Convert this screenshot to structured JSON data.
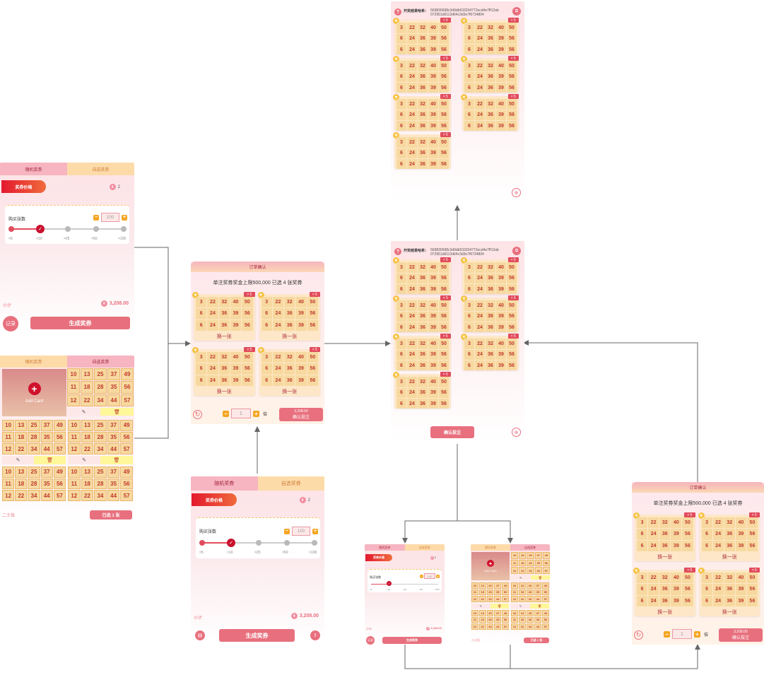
{
  "tabs": {
    "random": "随机奖券",
    "pick": "自选奖券",
    "pick_b": "自选奖券",
    "random_b": "随机奖券"
  },
  "price_label": "奖券价格",
  "price_count": "2",
  "buy_count_label": "购买张数",
  "qty": "100",
  "multipliers": [
    "×5",
    "×10",
    "×25",
    "×50",
    "×100"
  ],
  "subtotal_label": "小计",
  "subtotal_value": "3,208.00",
  "record_label": "记录",
  "generate_label": "生成奖券",
  "add_card": "Add Card",
  "selected_count": "已选 1 张",
  "bottom_left": "二士伍",
  "confirm_title": "订单确认",
  "prize_cap": "单注奖券奖金上限500,000 已选 4 张奖券",
  "mult_badge": "× 5",
  "change_label": "换一张",
  "multiple_unit": "倍",
  "step_value": "1",
  "confirm_amount": "3,208.00",
  "confirm_label": "确认投注",
  "hash_label": "开奖结果哈希：",
  "hash_value": "569830698c3d9db533204772ecd4e7ff12ab\n072951d6112d64c3d3e7f6734804",
  "chart_data": {
    "type": "table",
    "ticket_numbers": [
      [
        "3",
        "22",
        "32",
        "40",
        "50"
      ],
      [
        "6",
        "24",
        "36",
        "39",
        "56"
      ],
      [
        "6",
        "24",
        "36",
        "39",
        "56"
      ]
    ]
  },
  "picked_grid": [
    [
      "10",
      "13",
      "25",
      "37",
      "49"
    ],
    [
      "11",
      "18",
      "28",
      "35",
      "56"
    ],
    [
      "12",
      "22",
      "34",
      "44",
      "57"
    ]
  ],
  "mini": {
    "price_label": "奖券价格",
    "subtotal": "4,208.00",
    "generate": "生成奖券",
    "selected": "已选 1 张",
    "bottom_left": "二士伍"
  },
  "colors": {
    "accent": "#e8707e",
    "ribbon": "#e3192e",
    "cell": "#f7d9a0",
    "cell_text": "#c0392b",
    "arrow": "#666666"
  }
}
